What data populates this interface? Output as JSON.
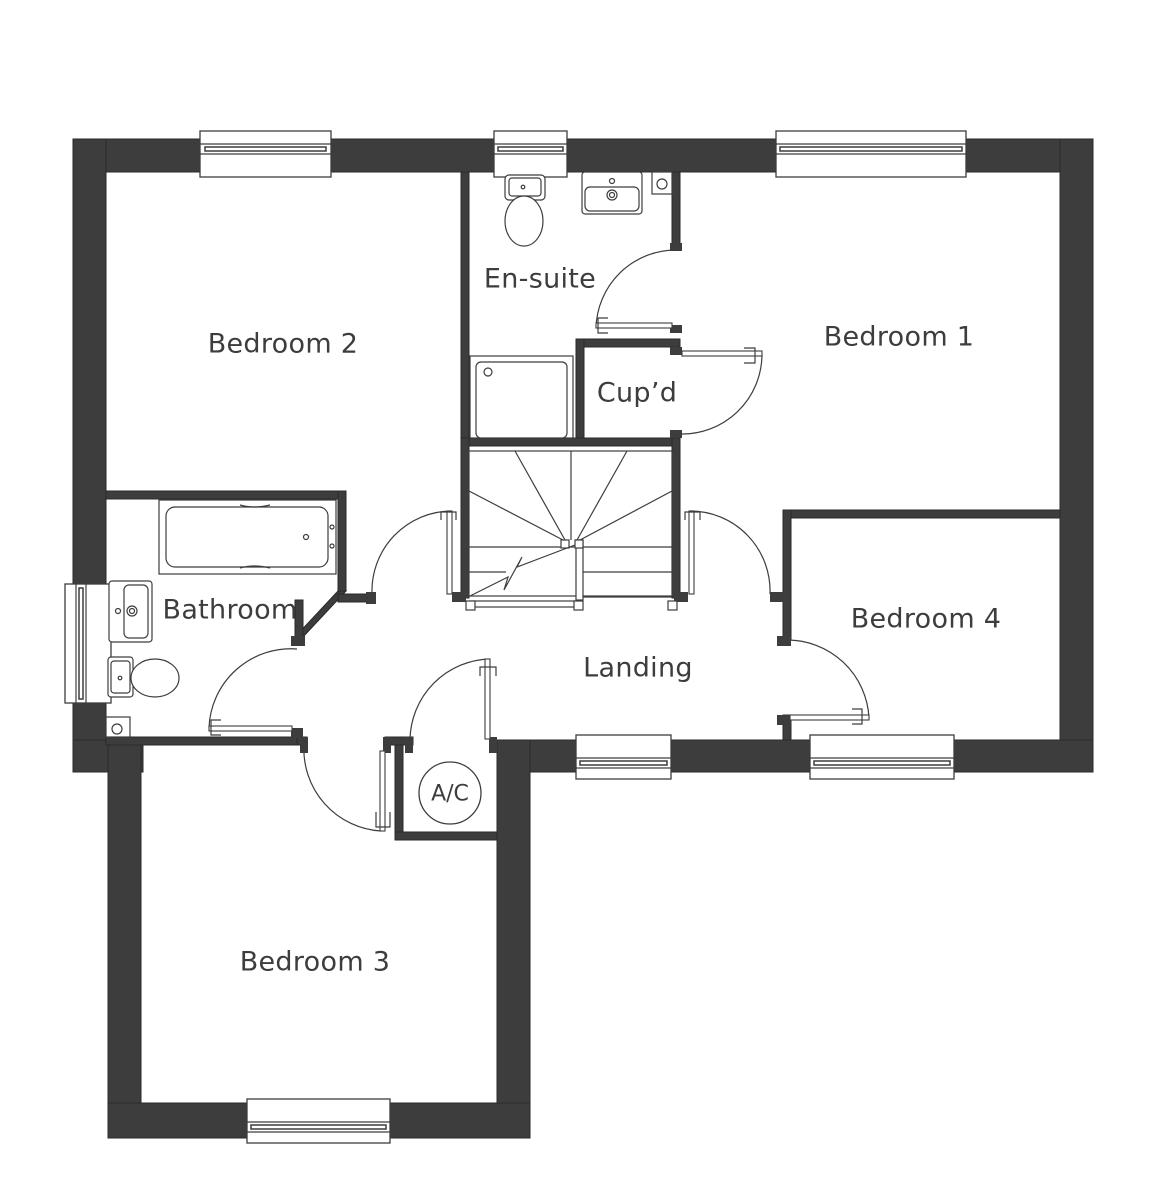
{
  "floor_plan": {
    "colors": {
      "wall": "#3d3d3d",
      "background": "#ffffff",
      "text": "#3d3d3d"
    },
    "rooms": [
      {
        "id": "bedroom-2",
        "label": "Bedroom 2"
      },
      {
        "id": "en-suite",
        "label": "En-suite"
      },
      {
        "id": "bedroom-1",
        "label": "Bedroom 1"
      },
      {
        "id": "cupboard",
        "label": "Cup’d"
      },
      {
        "id": "bathroom",
        "label": "Bathroom"
      },
      {
        "id": "bedroom-4",
        "label": "Bedroom 4"
      },
      {
        "id": "landing",
        "label": "Landing"
      },
      {
        "id": "bedroom-3",
        "label": "Bedroom 3"
      }
    ],
    "airing_cupboard": {
      "label": "A/C"
    },
    "fixtures": [
      "bath-icon",
      "bathroom-basin-icon",
      "bathroom-toilet-icon",
      "ensuite-toilet-icon",
      "ensuite-basin-icon",
      "shower-tray-icon",
      "staircase-icon"
    ]
  }
}
